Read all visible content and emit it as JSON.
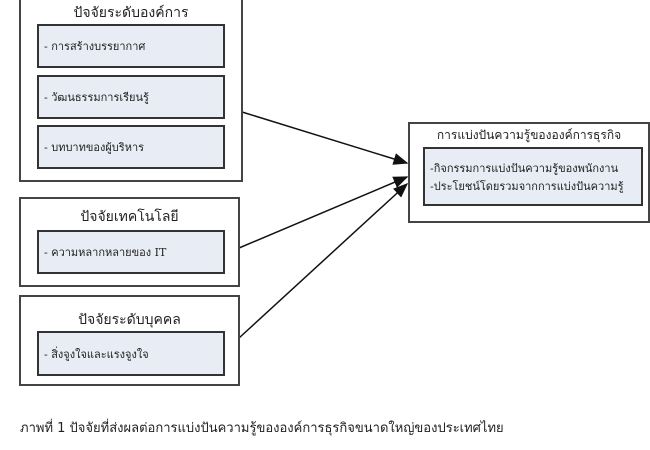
{
  "org_factors": {
    "title": "ปัจจัยระดับองค์การ",
    "items": [
      "- การสร้างบรรยากาศ",
      "- วัฒนธรรมการเรียนรู้",
      "- บทบาทของผู้บริหาร"
    ]
  },
  "tech_factors": {
    "title": "ปัจจัยเทคโนโลยี",
    "items": [
      "- ความหลากหลายของ IT"
    ]
  },
  "individual_factors": {
    "title": "ปัจจัยระดับบุคคล",
    "items": [
      "- สิ่งจูงใจและแรงจูงใจ"
    ]
  },
  "outcome": {
    "title": "การแบ่งปันความรู้ขององค์การธุรกิจ",
    "items": [
      "-กิจกรรมการแบ่งปันความรู้ของพนักงาน",
      "-ประโยชน์โดยรวมจากการแบ่งปันความรู้"
    ]
  },
  "caption": "ภาพที่ 1 ปัจจัยที่ส่งผลต่อการแบ่งปันความรู้ขององค์การธุรกิจขนาดใหญ่ของประเทศไทย"
}
